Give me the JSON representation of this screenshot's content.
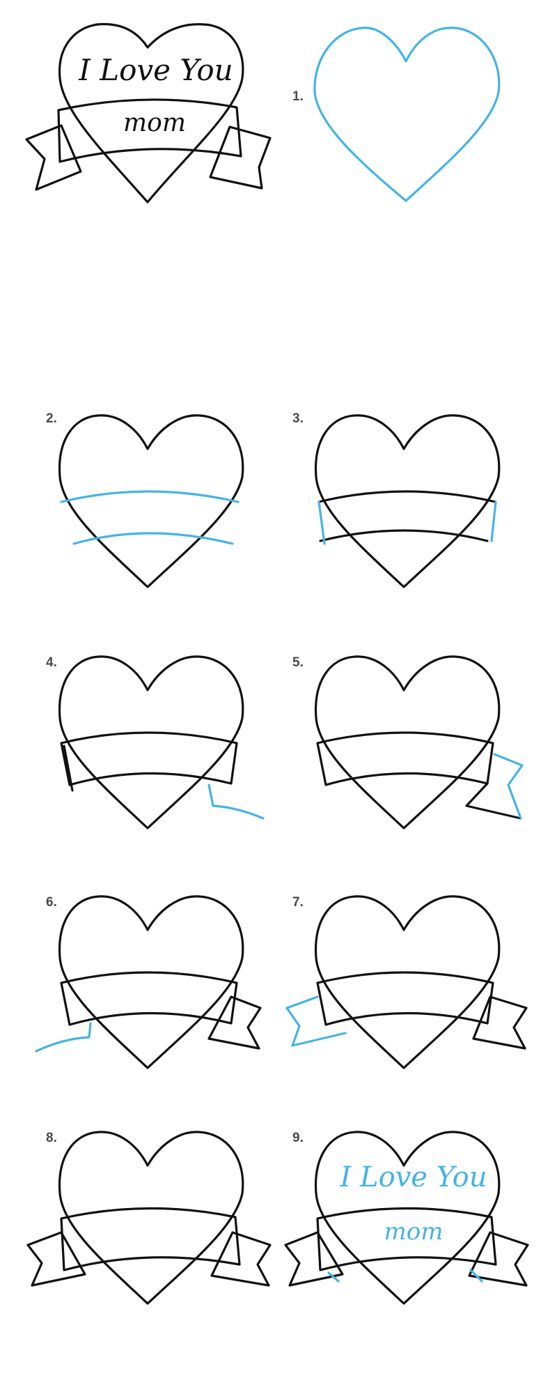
{
  "colors": {
    "line": "#111111",
    "guide": "#44b3e6",
    "heart_fill": "#f1727f",
    "ribbon_fill": "#ef7ed1",
    "ribbon_fold": "#e760c4",
    "step_number": "#4a4a4a"
  },
  "final": {
    "line1": "I Love You",
    "line2": "mom"
  },
  "steps": [
    {
      "number": "1."
    },
    {
      "number": "2."
    },
    {
      "number": "3."
    },
    {
      "number": "4."
    },
    {
      "number": "5."
    },
    {
      "number": "6."
    },
    {
      "number": "7."
    },
    {
      "number": "8."
    },
    {
      "number": "9."
    }
  ]
}
